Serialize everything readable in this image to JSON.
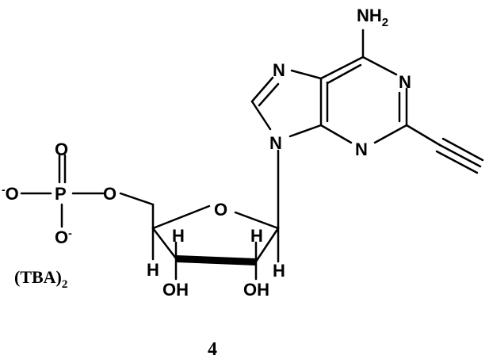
{
  "molecule": {
    "atoms": {
      "amine": "NH",
      "amine_sub": "2",
      "n7": "N",
      "n1": "N",
      "n3": "N",
      "n9": "N",
      "phosphate_o_top": "O",
      "phosphate_o_left": "O",
      "phosphate_o_left_charge": "-",
      "phosphorus": "P",
      "phosphate_o_bridge": "O",
      "phosphate_o_bottom": "O",
      "phosphate_o_bottom_charge": "-",
      "ring_o": "O",
      "h_c4": "H",
      "h_c3": "H",
      "h_c2": "H",
      "h_c1": "H",
      "oh_c3": "OH",
      "oh_c2": "OH"
    },
    "counterion": "(TBA)",
    "counterion_sub": "2",
    "compound_number": "4"
  }
}
